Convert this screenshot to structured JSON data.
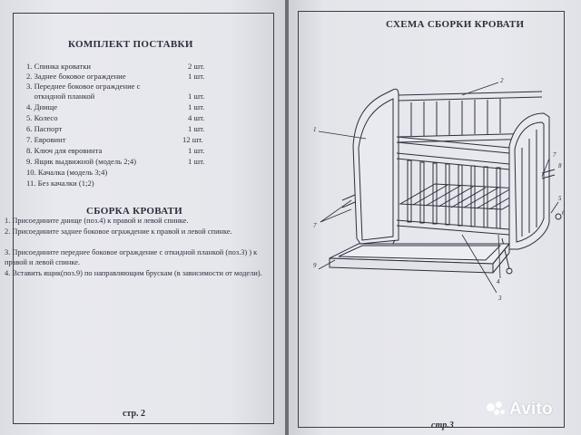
{
  "left_page": {
    "kit_title": "КОМПЛЕКТ ПОСТАВКИ",
    "kit_items": [
      {
        "label": "1. Спинка кроватки",
        "qty": "2 шт."
      },
      {
        "label": "2. Заднее боковое ограждение",
        "qty": "1 шт."
      },
      {
        "label": "3. Переднее боковое ограждение с",
        "qty": ""
      },
      {
        "label": "    откидной планкой",
        "qty": "1 шт."
      },
      {
        "label": "4. Днище",
        "qty": "1 шт."
      },
      {
        "label": "5. Колесо",
        "qty": "4 шт."
      },
      {
        "label": "6. Паспорт",
        "qty": "1 шт."
      },
      {
        "label": "7. Евровинт",
        "qty": "12 шт."
      },
      {
        "label": "8. Ключ для евровинта",
        "qty": "1 шт."
      },
      {
        "label": "9. Ящик выдвижной (модель 2;4)",
        "qty": "1 шт."
      },
      {
        "label": "10. Качалка (модель 3;4)",
        "qty": ""
      },
      {
        "label": "11. Без качалки (1;2)",
        "qty": ""
      }
    ],
    "assembly_title": "СБОРКА КРОВАТИ",
    "assembly_steps": [
      "1. Присоедините днище (поз.4) к правой и левой спинке.",
      "2. Присоедините заднее боковое ограждение к правой и левой спинке.",
      "3. Присоедините переднее боковое ограждение с откидной планкой (поз.3) ) к правой и левой спинке.",
      "4. Вставить ящик(поз.9) по направляющим брускам (в зависимости от модели)."
    ],
    "page_number": "стр. 2"
  },
  "right_page": {
    "title": "СХЕМА СБОРКИ КРОВАТИ",
    "callouts": [
      "1",
      "2",
      "3",
      "4",
      "5",
      "6",
      "7",
      "7",
      "8",
      "9"
    ],
    "page_number": "стр.3"
  },
  "watermark": {
    "text": "Avito",
    "color": "#ffffff"
  },
  "colors": {
    "paper": "#e6e7ec",
    "ink": "#2c2e3c",
    "background": "#6e6f73"
  }
}
